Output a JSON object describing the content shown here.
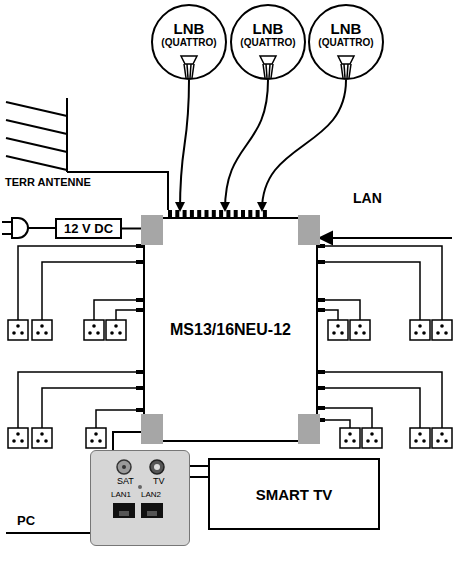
{
  "diagram": {
    "nodes": [
      {
        "text": [
          "LNB",
          "(QUATTRO)"
        ]
      },
      {
        "text": [
          "LNB",
          "(QUATTRO)"
        ]
      },
      {
        "text": [
          "LNB",
          "(QUATTRO)"
        ]
      },
      {
        "text": [
          "12 V DC"
        ]
      },
      {
        "text": [
          "MS13/16NEU-12"
        ]
      },
      {
        "text": [
          "SAT",
          "TV",
          "LAN1",
          "LAN2"
        ]
      },
      {
        "text": [
          "SMART TV"
        ]
      }
    ],
    "edges": [
      {
        "from": 0,
        "to": 4,
        "arrow": "to"
      },
      {
        "from": 1,
        "to": 4,
        "arrow": "to"
      },
      {
        "from": 2,
        "to": 4,
        "arrow": "to"
      },
      {
        "from": 3,
        "to": 4,
        "arrow": "none"
      },
      {
        "from": 5,
        "to": 4,
        "arrow": "none"
      },
      {
        "from": 5,
        "to": 6,
        "arrow": "none"
      },
      {
        "from": 5,
        "to": 6,
        "arrow": "none"
      }
    ],
    "labels": [
      "TERR ANTENNE",
      "LAN",
      "PC"
    ]
  }
}
